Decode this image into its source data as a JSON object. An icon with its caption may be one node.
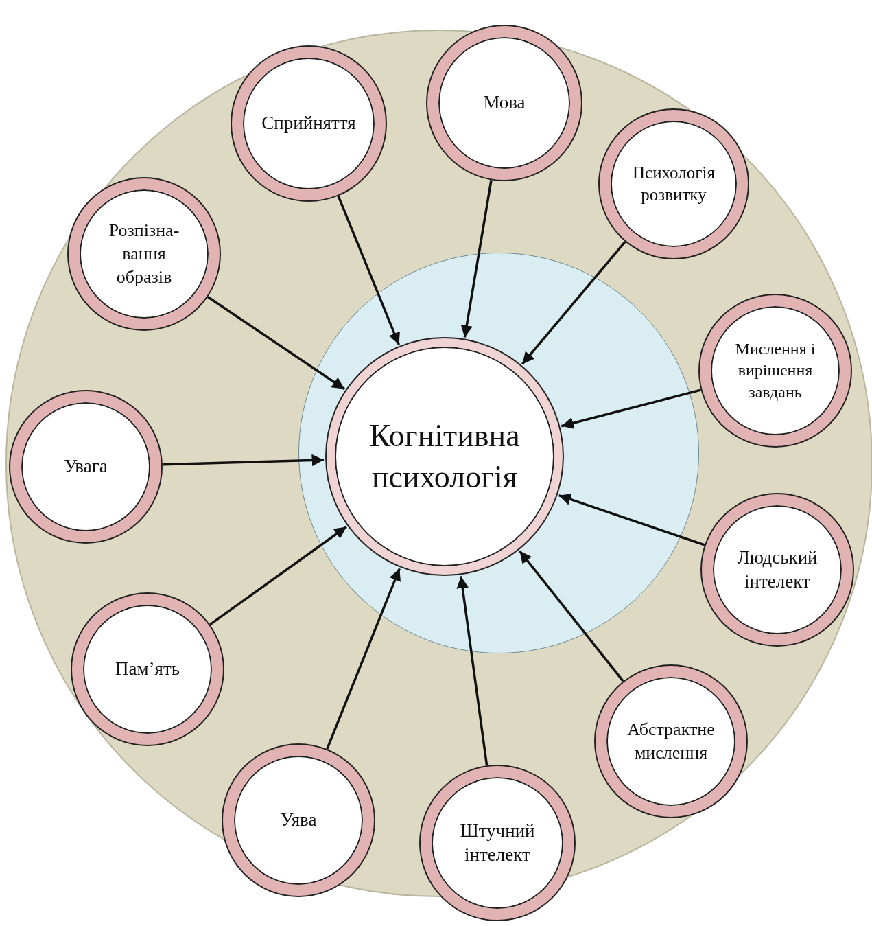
{
  "diagram": {
    "nodes": [
      {
        "text": [],
        "shape": "circle"
      },
      {
        "text": [],
        "shape": "circle",
        "in": 0
      },
      {
        "text": [
          "Когнітивна психологія"
        ],
        "in": 1
      },
      {
        "text": [
          "Сприйняття"
        ],
        "in": 0
      },
      {
        "text": [
          "Мова"
        ],
        "in": 0
      },
      {
        "text": [
          "Психологія розвитку"
        ],
        "in": 0
      },
      {
        "text": [
          "Розпізна- вання образів"
        ],
        "in": 0
      },
      {
        "text": [
          "Мислення і вирішення завдань"
        ],
        "in": 0
      },
      {
        "text": [
          "Увага"
        ],
        "in": 0
      },
      {
        "text": [
          "Людський інтелект"
        ],
        "in": 0
      },
      {
        "text": [
          "Пам’ять"
        ],
        "in": 0
      },
      {
        "text": [
          "Абстрактне мислення"
        ],
        "in": 0
      },
      {
        "text": [
          "Уява"
        ],
        "in": 0
      },
      {
        "text": [
          "Штучний інтелект"
        ],
        "in": 0
      }
    ],
    "edges": [
      {
        "from": 3,
        "to": 2,
        "arrow": "to"
      },
      {
        "from": 4,
        "to": 2,
        "arrow": "to"
      },
      {
        "from": 5,
        "to": 2,
        "arrow": "to"
      },
      {
        "from": 6,
        "to": 2,
        "arrow": "to"
      },
      {
        "from": 7,
        "to": 2,
        "arrow": "to"
      },
      {
        "from": 8,
        "to": 2,
        "arrow": "to"
      },
      {
        "from": 9,
        "to": 2,
        "arrow": "to"
      },
      {
        "from": 10,
        "to": 2,
        "arrow": "to"
      },
      {
        "from": 11,
        "to": 2,
        "arrow": "to"
      },
      {
        "from": 12,
        "to": 2,
        "arrow": "to"
      },
      {
        "from": 13,
        "to": 2,
        "arrow": "to"
      }
    ]
  }
}
